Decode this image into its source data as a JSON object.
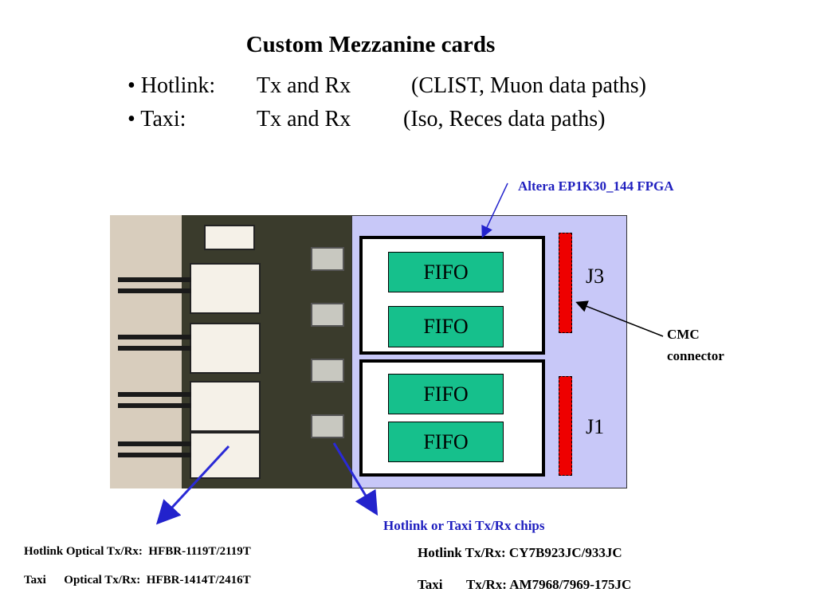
{
  "title": "Custom Mezzanine cards",
  "bullets": [
    {
      "label": "• Hotlink:",
      "txrx": "Tx and Rx",
      "paths": "(CLIST, Muon data paths)"
    },
    {
      "label": "• Taxi:",
      "txrx": "Tx and Rx",
      "paths": "(Iso, Reces data paths)"
    }
  ],
  "fpga_label": "Altera EP1K30_144 FPGA",
  "fifos": [
    "FIFO",
    "FIFO",
    "FIFO",
    "FIFO"
  ],
  "connectors": [
    "J3",
    "J1"
  ],
  "cmc_label": [
    "CMC",
    "connector"
  ],
  "chips_label": "Hotlink or Taxi Tx/Rx chips",
  "optical_parts": [
    "Hotlink Optical Tx/Rx:  HFBR-1119T/2119T",
    "Taxi      Optical Tx/Rx:  HFBR-1414T/2416T"
  ],
  "chip_parts": [
    "Hotlink Tx/Rx: CY7B923JC/933JC",
    "Taxi       Tx/Rx: AM7968/7969-175JC"
  ],
  "colors": {
    "panel": "#c8c8f8",
    "fifo": "#16c08c",
    "connector": "#ee0000",
    "label_blue": "#1f1fbf"
  }
}
